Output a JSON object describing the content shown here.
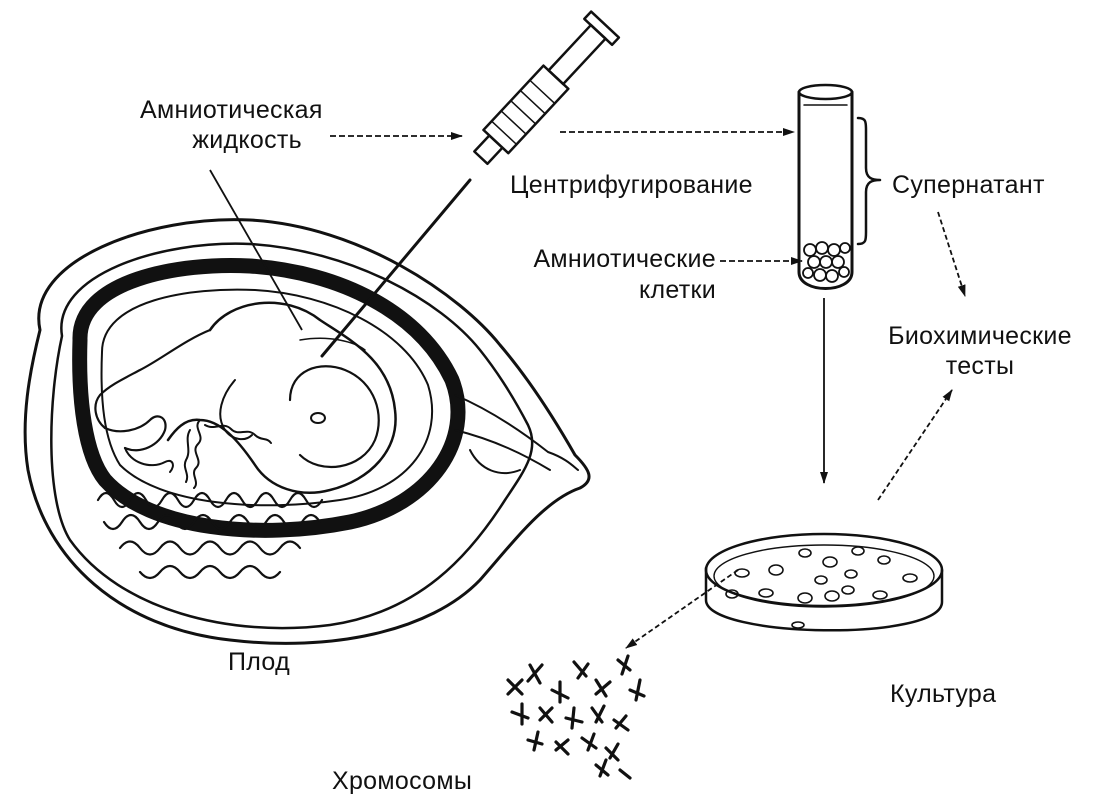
{
  "diagram": {
    "labels": {
      "amniotic_fluid_line1": "Амниотическая",
      "amniotic_fluid_line2": "жидкость",
      "centrifugation": "Центрифугирование",
      "supernatant": "Супернатант",
      "amniotic_cells_line1": "Амниотические",
      "amniotic_cells_line2": "клетки",
      "biochem_line1": "Биохимические",
      "biochem_line2": "тесты",
      "fetus": "Плод",
      "culture": "Культура",
      "chromosomes": "Хромосомы"
    },
    "colors": {
      "ink": "#111111",
      "background": "#ffffff"
    }
  }
}
